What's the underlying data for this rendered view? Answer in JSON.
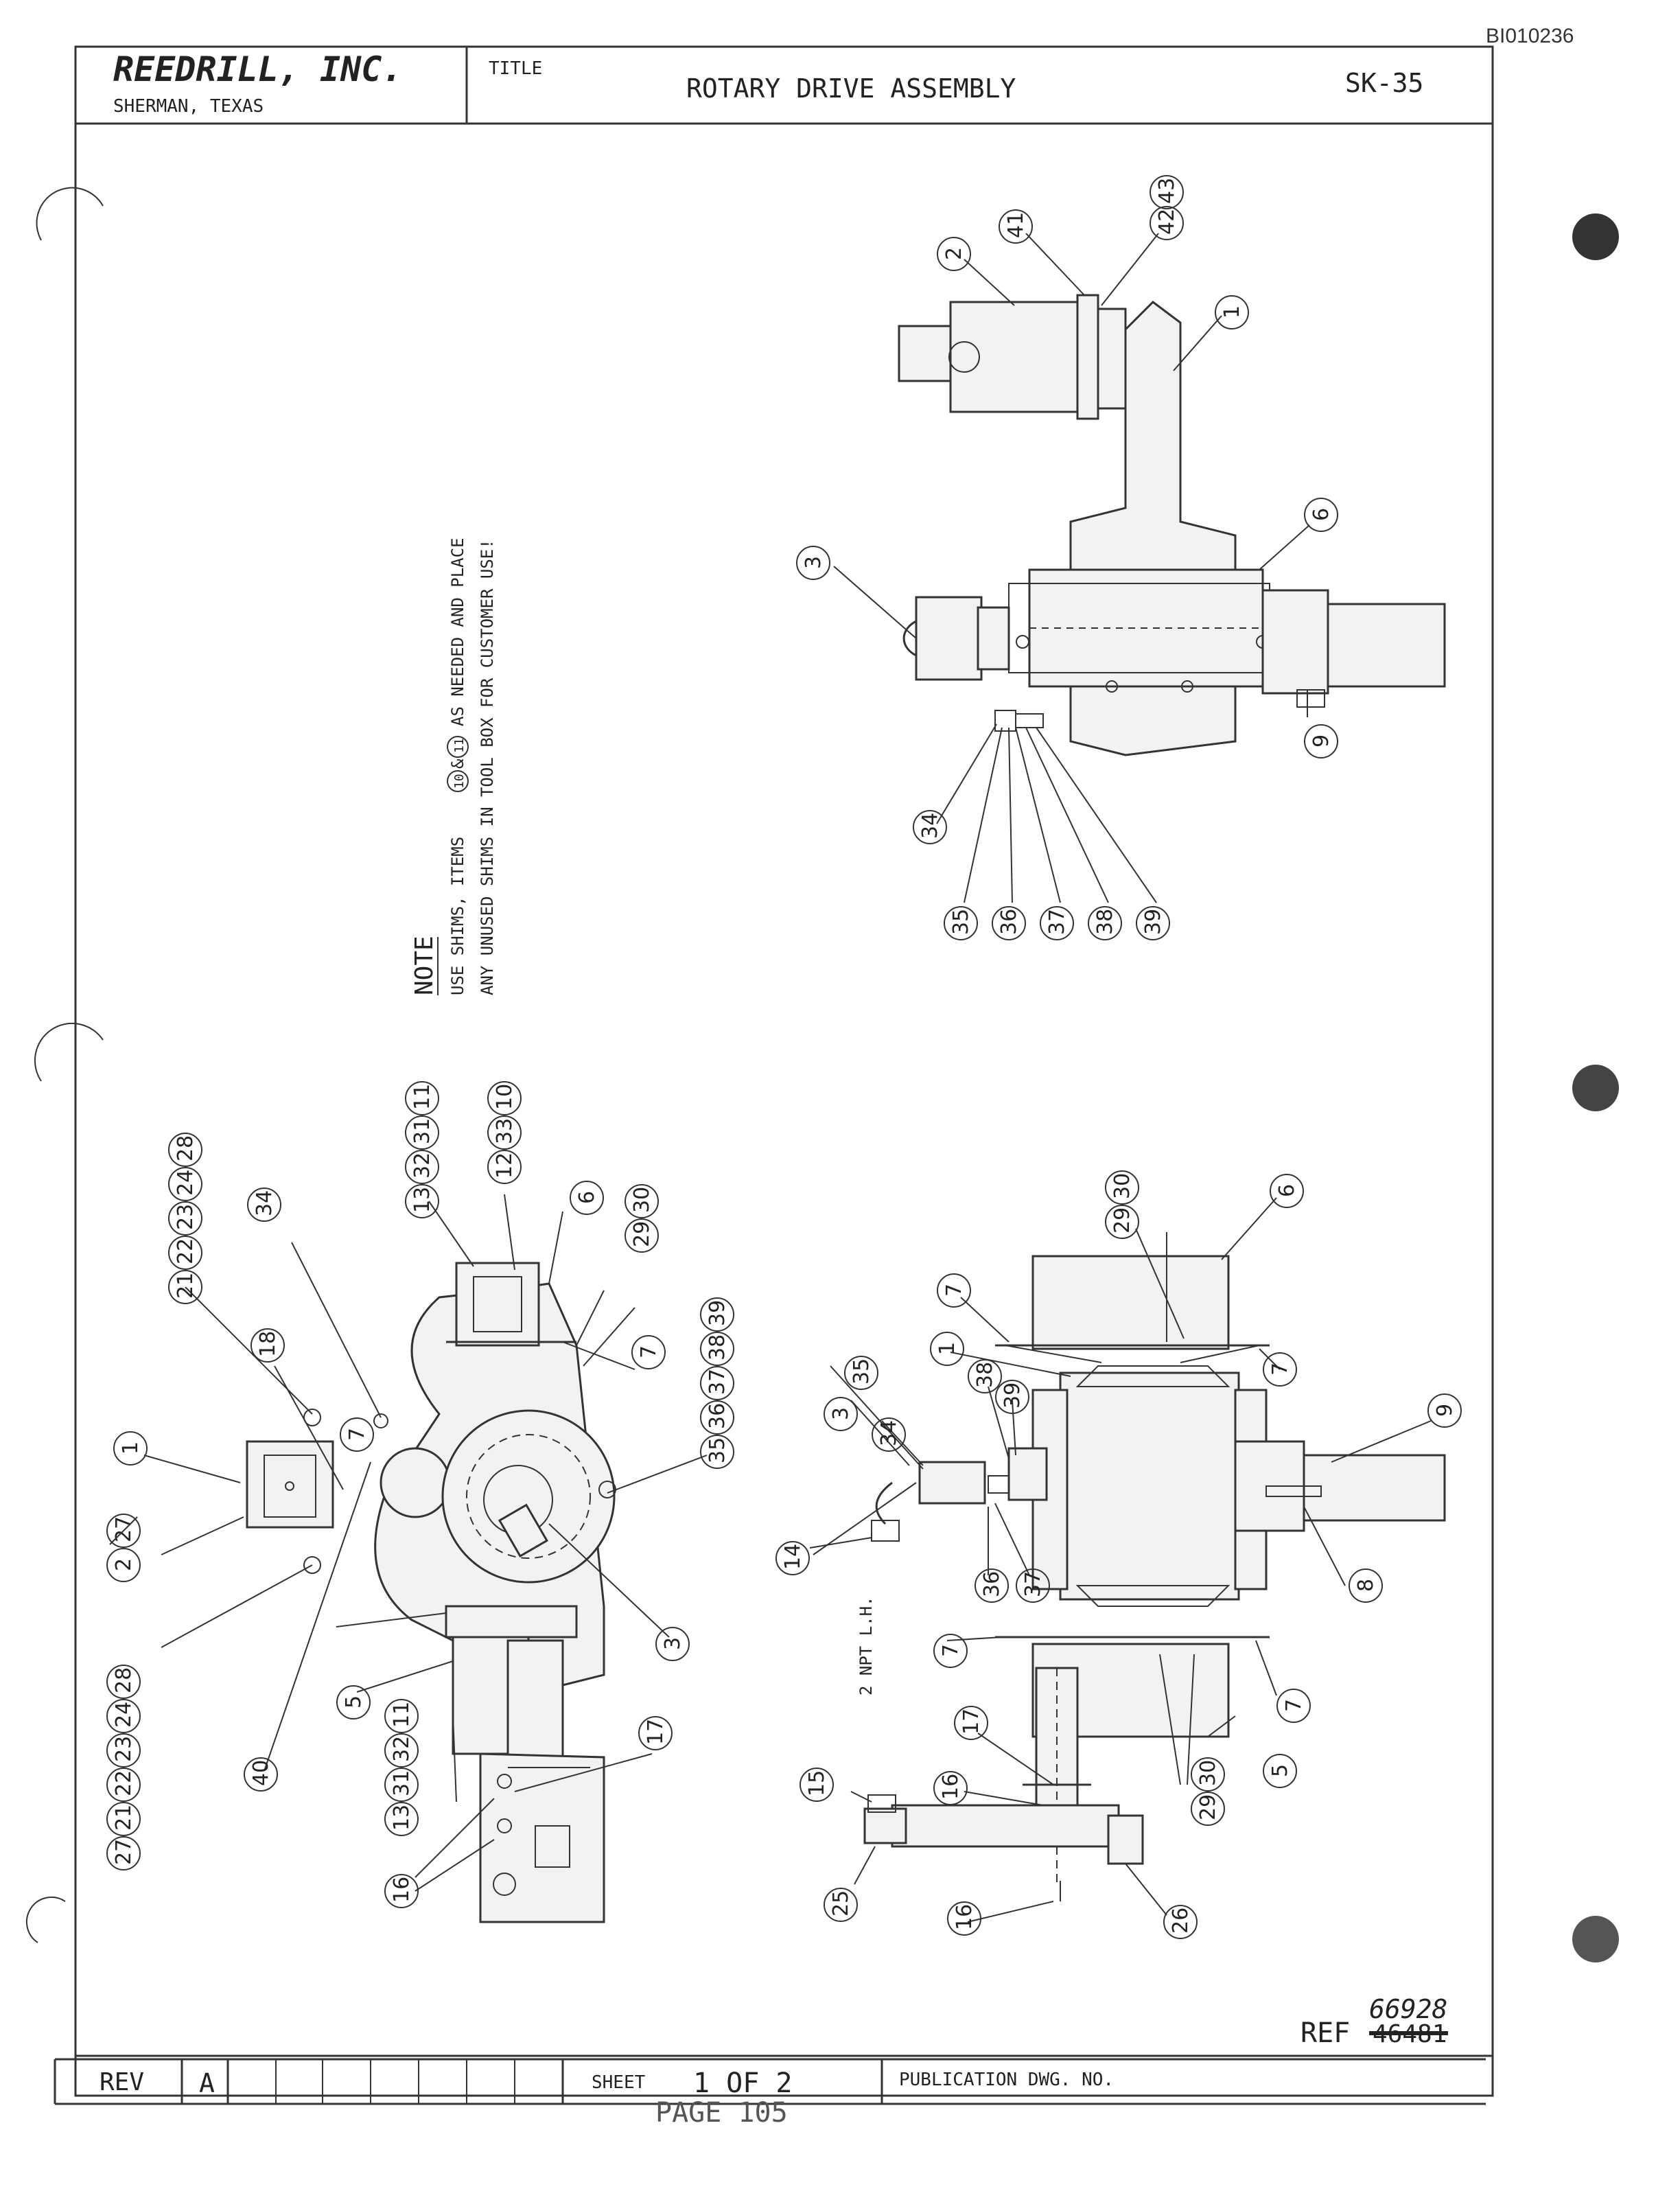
{
  "doc_id": "BI010236",
  "title_block": {
    "company": "REEDRILL, INC.",
    "location": "SHERMAN, TEXAS",
    "title_label": "TITLE",
    "title": "ROTARY DRIVE ASSEMBLY",
    "drawing_number": "SK-35"
  },
  "note": {
    "heading": "NOTE",
    "line1_a": "USE SHIMS, ITEMS",
    "line1_b": "AS NEEDED AND PLACE",
    "line2": "ANY UNUSED SHIMS IN TOOL BOX FOR CUSTOMER USE!",
    "items": [
      "10",
      "11"
    ]
  },
  "thread_label": "2 NPT L.H.",
  "ref": {
    "label": "REF",
    "new_number": "66928",
    "struck_number": "46481"
  },
  "footer": {
    "rev_label": "REV",
    "rev_value": "A",
    "sheet_label": "SHEET",
    "sheet_value": "1 OF 2",
    "publication_label": "PUBLICATION DWG. NO."
  },
  "page_label": "PAGE 105",
  "callouts": {
    "top_right": [
      "2",
      "41",
      "42",
      "43",
      "1",
      "6",
      "3",
      "9",
      "34",
      "35",
      "36",
      "37",
      "38",
      "39"
    ],
    "bottom_left": [
      "1",
      "27",
      "21",
      "22",
      "23",
      "24",
      "28",
      "18",
      "34",
      "13",
      "32",
      "31",
      "11",
      "12",
      "33",
      "10",
      "6",
      "29",
      "30",
      "7",
      "35",
      "36",
      "37",
      "38",
      "39",
      "3",
      "5",
      "40",
      "17",
      "16"
    ],
    "bottom_right": [
      "6",
      "29",
      "30",
      "7",
      "1",
      "9",
      "8",
      "3",
      "34",
      "35",
      "38",
      "39",
      "14",
      "36",
      "37",
      "17",
      "16",
      "15",
      "25",
      "26",
      "5"
    ]
  }
}
